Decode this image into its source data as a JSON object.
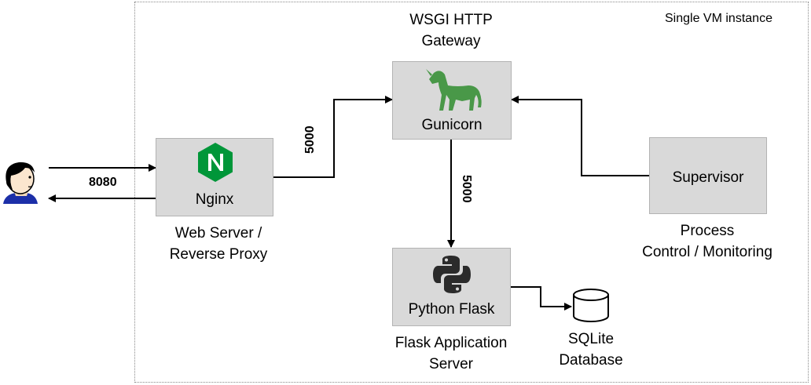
{
  "vm_label": "Single VM instance",
  "gateway_caption_line1": "WSGI HTTP",
  "gateway_caption_line2": "Gateway",
  "gunicorn_label": "Gunicorn",
  "nginx_label": "Nginx",
  "nginx_caption_line1": "Web Server /",
  "nginx_caption_line2": "Reverse Proxy",
  "flask_label": "Python Flask",
  "flask_caption_line1": "Flask Application",
  "flask_caption_line2": "Server",
  "supervisor_label": "Supervisor",
  "supervisor_caption_line1": "Process",
  "supervisor_caption_line2": "Control / Monitoring",
  "db_caption_line1": "SQLite",
  "db_caption_line2": "Database",
  "port_client": "8080",
  "port_nginx_gunicorn": "5000",
  "port_gunicorn_flask": "5000",
  "colors": {
    "nginx_green": "#009639",
    "gunicorn_green": "#499848",
    "box_fill": "#d9d9d9",
    "python_dark": "#2b2b2b"
  }
}
